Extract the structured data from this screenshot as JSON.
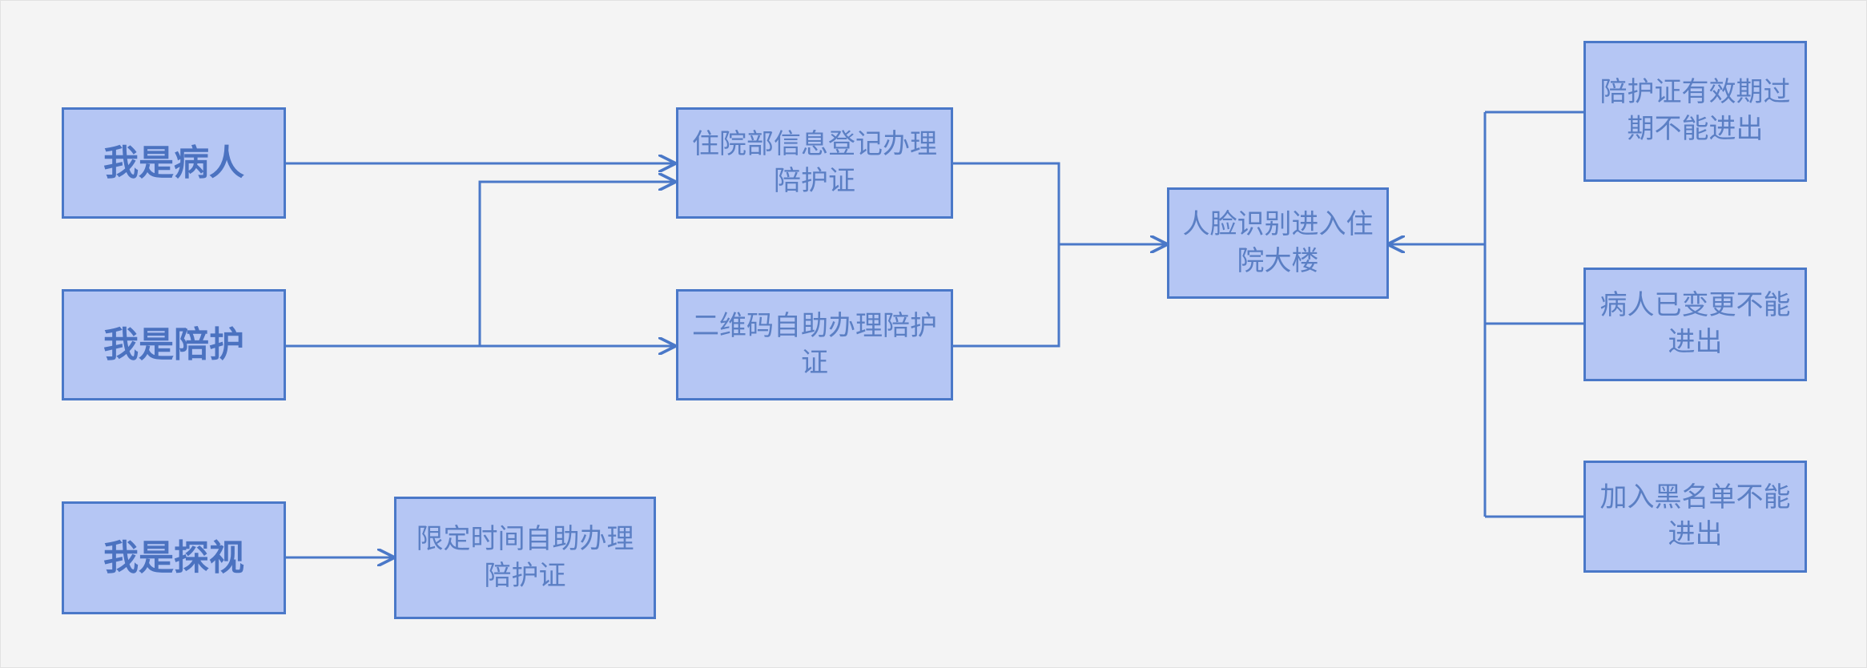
{
  "diagram": {
    "nodes": {
      "patient": "我是病人",
      "caregiver": "我是陪护",
      "visitor": "我是探视",
      "register": "住院部信息登记办理陪护证",
      "qrcode": "二维码自助办理陪护证",
      "timed": "限定时间自助办理陪护证",
      "face": "人脸识别进入住院大楼",
      "expired": "陪护证有效期过期不能进出",
      "changed": "病人已变更不能进出",
      "blacklist": "加入黑名单不能进出"
    },
    "colors": {
      "node_fill": "#b5c6f4",
      "node_border": "#4a78c8",
      "connector": "#4a78c8",
      "role_text": "#4b72c0",
      "step_text": "#5b7fc4",
      "background": "#f4f4f4"
    }
  }
}
